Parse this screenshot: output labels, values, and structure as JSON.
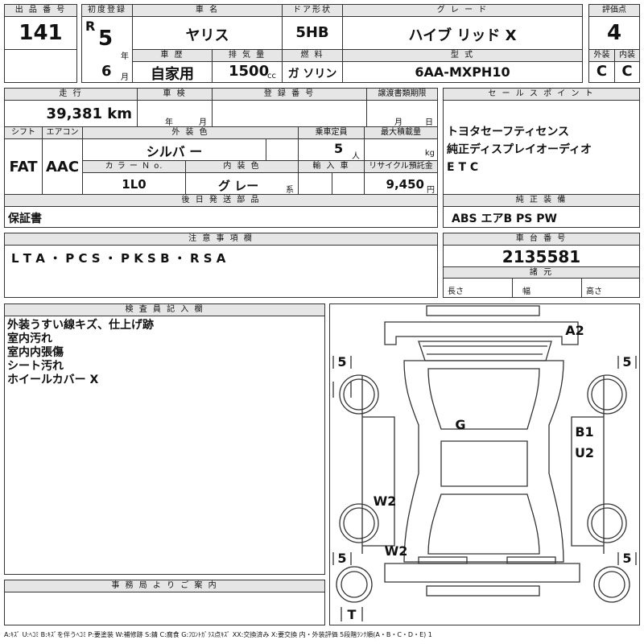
{
  "headers": {
    "lot_no": "出 品 番 号",
    "first_reg": "初度登録",
    "car_name": "車 名",
    "door": "ドア形状",
    "grade": "グ レ ー ド",
    "score": "評価点",
    "history": "車 歴",
    "displacement": "排 気 量",
    "fuel": "燃 料",
    "model": "型 式",
    "exterior": "外装",
    "interior": "内装",
    "mileage": "走 行",
    "inspection": "車 検",
    "reg_no": "登 録 番 号",
    "transfer": "譲渡書類期限",
    "sales_point": "セ ー ル ス ポ イ ン ト",
    "shift": "シフト",
    "aircon": "エアコン",
    "ext_color": "外 装 色",
    "capacity": "乗車定員",
    "max_load": "最大積載量",
    "color_no": "カ ラ ー Ｎ o.",
    "int_color": "内 装 色",
    "import": "輸 入 車",
    "recycle": "リサイクル預託金",
    "later_parts": "後 日 発 送 部 品",
    "genuine": "純 正 装 備",
    "cautions": "注 意 事 項 欄",
    "chassis": "車 台 番 号",
    "dims": "諸 元",
    "inspector": "検 査 員 記 入 欄",
    "office": "事 務 局 よ り ご 案 内"
  },
  "values": {
    "lot_no": "141",
    "era": "R",
    "year": "5",
    "year_unit": "年",
    "month": "6",
    "month_unit": "月",
    "car_name": "ヤリス",
    "door": "5HB",
    "grade": "ハイブ リッド X",
    "score": "4",
    "history": "自家用",
    "displacement": "1500",
    "displacement_unit": "cc",
    "fuel": "ガ ソリン",
    "model": "6AA-MXPH10",
    "exterior": "C",
    "interior": "C",
    "mileage": "39,381 km",
    "insp_year_unit": "年",
    "insp_month_unit": "月",
    "transfer_month_unit": "月",
    "transfer_day_unit": "日",
    "shift": "FAT",
    "aircon": "AAC",
    "ext_color": "シルバ ー",
    "capacity": "5",
    "capacity_unit": "人",
    "max_load_unit": "kg",
    "color_no": "1L0",
    "int_color": "グ レー",
    "int_color_unit": "系",
    "recycle": "9,450",
    "recycle_unit": "円",
    "later_parts": "保証書",
    "cautions": "L T A ・ P C S ・ P K S B ・ R S A",
    "chassis": "2135581",
    "length_label": "長さ",
    "width_label": "幅",
    "height_label": "高さ"
  },
  "sales_points": [
    "トヨタセーフティセンス",
    "純正ディスプレイオーディオ",
    "E T C"
  ],
  "genuine_equipment": "ABS エアB PS PW",
  "inspector_notes": [
    "外装うすい線キズ、仕上げ跡",
    "室内汚れ",
    "室内内張傷",
    "シート汚れ",
    "ホイールカバー X"
  ],
  "diagram_marks": {
    "a2": "A2",
    "g": "G",
    "b1": "B1",
    "u2": "U2",
    "w2a": "W2",
    "w2b": "W2",
    "tire_fl": "5",
    "tire_fr": "5",
    "tire_rl": "5",
    "tire_rr": "5",
    "spare": "T"
  },
  "legend": "A:ｷｽﾞ U:ﾍｺﾐ B:ｷｽﾞを伴うﾍｺﾐ P:要塗装 W:補修跡 S:錆 C:腐食 G:ﾌﾛﾝﾄｶﾞﾗｽ点ｷｽﾞ XX:交換済み X:要交換 内・外装評価 5段階ﾗﾝｸ順(A・B・C・D・E) 1"
}
